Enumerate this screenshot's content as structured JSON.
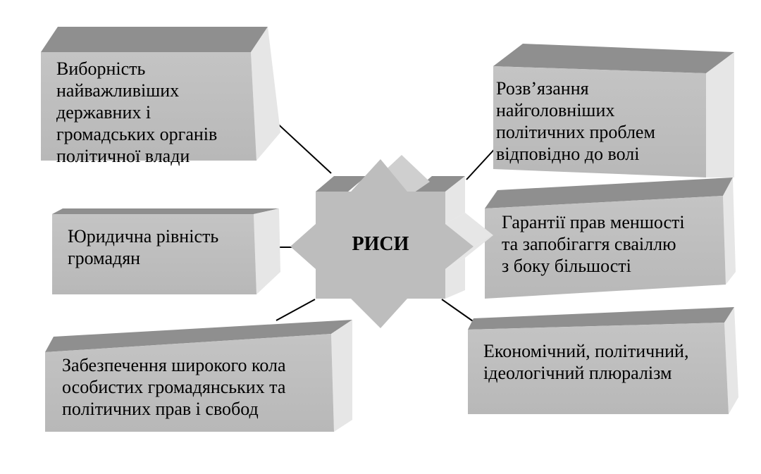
{
  "center": {
    "label": "РИСИ"
  },
  "features": [
    {
      "id": "top-left",
      "text": "Виборність\nнайважливіших\nдержавних і\nгромадських органів\nполітичної влади"
    },
    {
      "id": "mid-left",
      "text": "Юридична рівність\nгромадян"
    },
    {
      "id": "bottom-left",
      "text": "Забезпечення широкого кола\nособистих громадянських та\nполітичних прав і свобод"
    },
    {
      "id": "top-right",
      "text": "Розв’язання\nнайголовніших\nполітичних проблем\nвідповідно до волі"
    },
    {
      "id": "mid-right",
      "text": "Гарантії прав меншості\nта запобігаггя сваіллю\nз боку більшості"
    },
    {
      "id": "bottom-right",
      "text": "Економічний, політичний,\nідеологічний плюралізм"
    }
  ],
  "colors": {
    "front": "#bdbdbd",
    "top": "#8c8c8c",
    "side": "#e4e4e4",
    "connector": "#000000"
  }
}
